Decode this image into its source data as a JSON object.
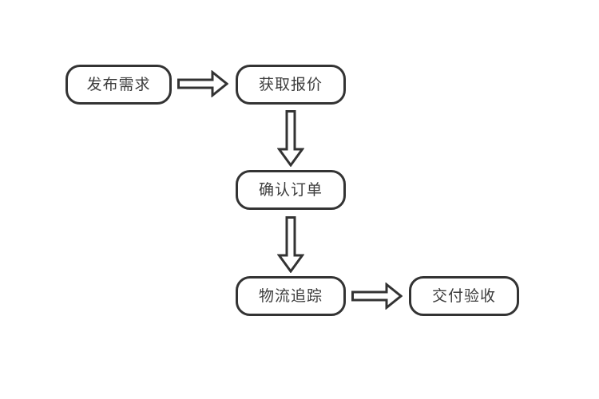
{
  "diagram": {
    "type": "flowchart",
    "background_color": "#ffffff",
    "node_fill_color": "#ffffff",
    "node_border_color": "#333333",
    "text_color": "#3d3d3d",
    "arrow_style": "outlined-block-arrow",
    "nodes": [
      {
        "id": "publish-demand",
        "label": "发布需求"
      },
      {
        "id": "get-quote",
        "label": "获取报价"
      },
      {
        "id": "confirm-order",
        "label": "确认订单"
      },
      {
        "id": "logistics-tracking",
        "label": "物流追踪"
      },
      {
        "id": "delivery-acceptance",
        "label": "交付验收"
      }
    ],
    "edges": [
      {
        "from": "publish-demand",
        "to": "get-quote",
        "direction": "right"
      },
      {
        "from": "get-quote",
        "to": "confirm-order",
        "direction": "down"
      },
      {
        "from": "confirm-order",
        "to": "logistics-tracking",
        "direction": "down"
      },
      {
        "from": "logistics-tracking",
        "to": "delivery-acceptance",
        "direction": "right"
      }
    ]
  }
}
